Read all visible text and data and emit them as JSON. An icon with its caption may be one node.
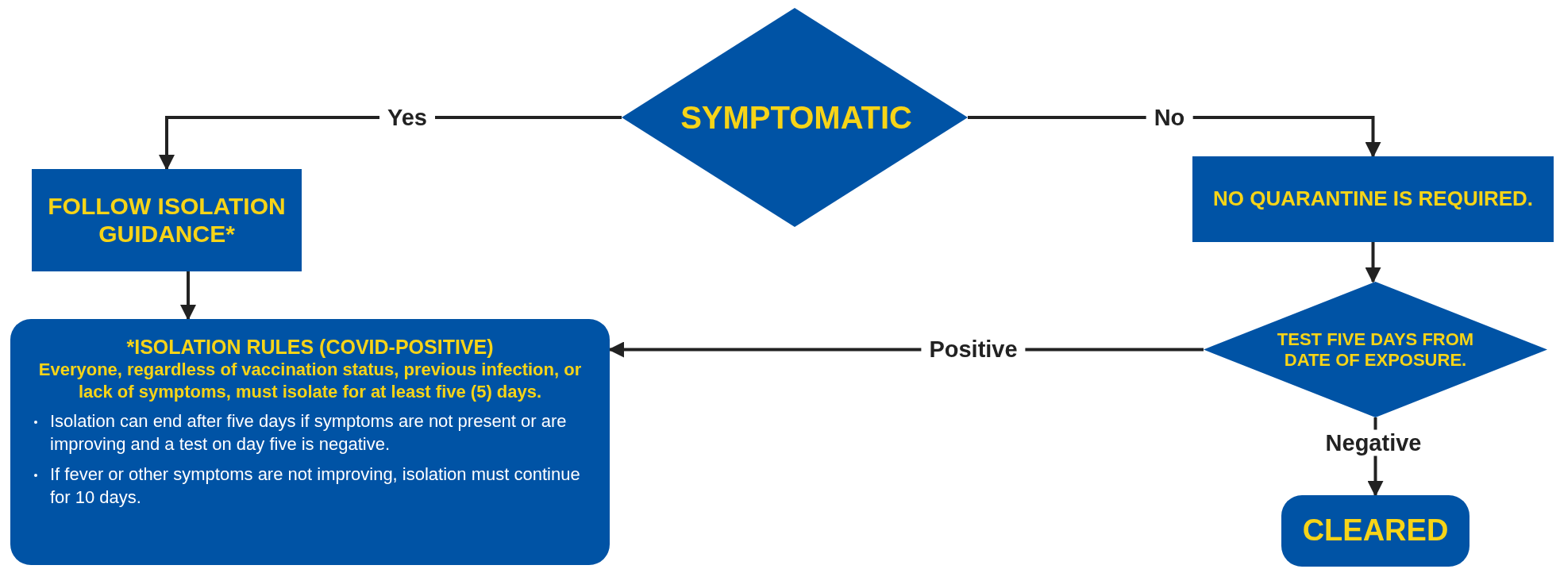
{
  "diagram": {
    "nodes": [
      {
        "text": [
          "SYMPTOMATIC"
        ]
      },
      {
        "text": [
          "FOLLOW ISOLATION GUIDANCE*"
        ]
      },
      {
        "text": [
          "*ISOLATION RULES (COVID-POSITIVE)",
          "Everyone, regardless of vaccination status, previous infection, or lack of symptoms, must isolate for at least five (5) days.",
          "Isolation can end after five days if symptoms are not present or are improving and a test on day five is negative.",
          "If fever or other symptoms are not improving, isolation must continue for 10 days."
        ]
      },
      {
        "text": [
          "NO QUARANTINE IS REQUIRED."
        ]
      },
      {
        "text": [
          "TEST FIVE DAYS FROM DATE OF EXPOSURE."
        ]
      },
      {
        "text": [
          "CLEARED"
        ]
      }
    ],
    "edges": [
      {
        "from": 0,
        "to": 1,
        "arrow": "to",
        "label": "Yes"
      },
      {
        "from": 0,
        "to": 3,
        "arrow": "to",
        "label": "No"
      },
      {
        "from": 1,
        "to": 2,
        "arrow": "to"
      },
      {
        "from": 3,
        "to": 4,
        "arrow": "to"
      },
      {
        "from": 4,
        "to": 2,
        "arrow": "to",
        "label": "Positive"
      },
      {
        "from": 4,
        "to": 5,
        "arrow": "to",
        "label": "Negative"
      }
    ]
  }
}
